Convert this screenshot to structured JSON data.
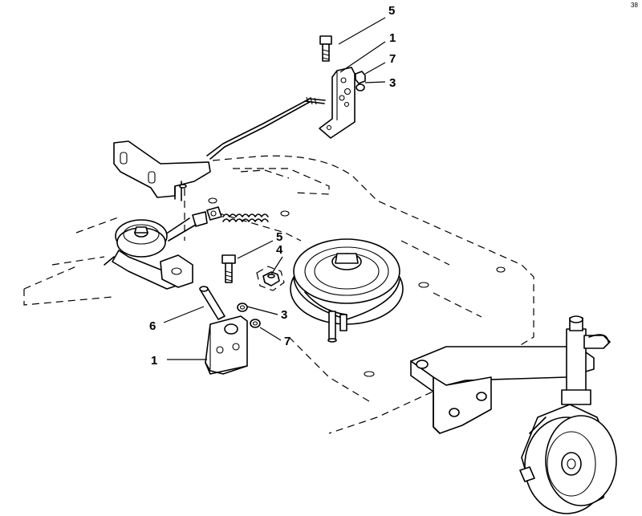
{
  "figure": {
    "corner_mark": "38"
  },
  "callouts": [
    {
      "id": "upper-5",
      "label": "5"
    },
    {
      "id": "upper-1",
      "label": "1"
    },
    {
      "id": "upper-7",
      "label": "7"
    },
    {
      "id": "upper-3",
      "label": "3"
    },
    {
      "id": "lower-5",
      "label": "5"
    },
    {
      "id": "lower-4",
      "label": "4"
    },
    {
      "id": "lower-3",
      "label": "3"
    },
    {
      "id": "lower-6",
      "label": "6"
    },
    {
      "id": "lower-7",
      "label": "7"
    },
    {
      "id": "lower-1",
      "label": "1"
    }
  ]
}
